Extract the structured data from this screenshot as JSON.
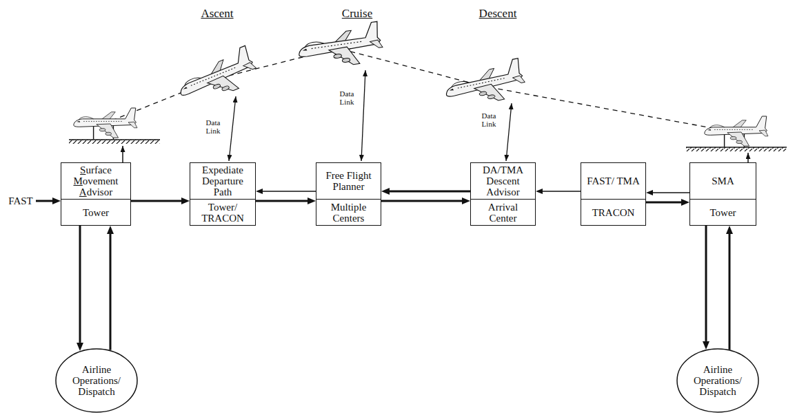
{
  "diagram": {
    "nodes": [
      {
        "text": [
          "Surface Movement Advisor",
          "Tower"
        ]
      },
      {
        "text": [
          "Expediate Departure Path",
          "Tower/ TRACON"
        ]
      },
      {
        "text": [
          "Free Flight Planner",
          "Multiple Centers"
        ]
      },
      {
        "text": [
          "DA/TMA Descent Advisor",
          "Arrival Center"
        ]
      },
      {
        "text": [
          "FAST/ TMA",
          "TRACON"
        ]
      },
      {
        "text": [
          "SMA",
          "Tower"
        ]
      },
      {
        "text": [
          "Airline Operations/ Dispatch"
        ]
      },
      {
        "text": [
          "Airline Operations/ Dispatch"
        ]
      }
    ],
    "edges": [
      {
        "from": 0,
        "to": 1,
        "arrow": "to"
      },
      {
        "from": 1,
        "to": 2,
        "arrow": "to"
      },
      {
        "from": 2,
        "to": 1,
        "arrow": "to"
      },
      {
        "from": 2,
        "to": 3,
        "arrow": "to"
      },
      {
        "from": 3,
        "to": 2,
        "arrow": "to"
      },
      {
        "from": 4,
        "to": 3,
        "arrow": "to"
      },
      {
        "from": 4,
        "to": 5,
        "arrow": "to"
      },
      {
        "from": 5,
        "to": 4,
        "arrow": "to"
      },
      {
        "from": 0,
        "to": 6,
        "arrow": "to"
      },
      {
        "from": 6,
        "to": 0,
        "arrow": "to"
      },
      {
        "from": 5,
        "to": 7,
        "arrow": "to"
      },
      {
        "from": 7,
        "to": 5,
        "arrow": "to"
      }
    ],
    "labels": [
      "Ascent",
      "Cruise",
      "Descent",
      "Data Link",
      "Data Link",
      "Data Link",
      "FAST"
    ]
  }
}
